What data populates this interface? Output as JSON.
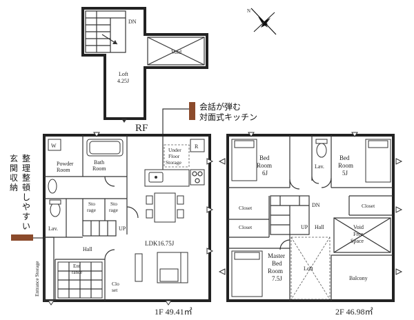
{
  "rooftop": {
    "label": "RF",
    "rooms": {
      "dn": "DN",
      "void": "Void",
      "loft": "Loft",
      "loft_size": "4.25J"
    }
  },
  "compass": {
    "label": "N"
  },
  "callouts": {
    "kitchen": [
      "会話が弾む",
      "対面式キッチン"
    ],
    "entrance": [
      "整理整頓しやすい",
      "玄関収納"
    ]
  },
  "floor1": {
    "area": "1F 49.41㎡",
    "rooms": {
      "w": "W",
      "r": "R",
      "powder": [
        "Powder",
        "Room"
      ],
      "bath": [
        "Bath",
        "Room"
      ],
      "under_floor": [
        "Under",
        "Floor",
        "Storage"
      ],
      "storage_a": [
        "Sto",
        "rage"
      ],
      "storage_b": [
        "Sto",
        "rage"
      ],
      "up": "UP",
      "lav": "Lav.",
      "hall": "Hall",
      "ldk": "LDK16.75J",
      "entrance_storage": "Entrance Storage",
      "entrance": [
        "Ent",
        "rance"
      ],
      "closet": [
        "Clo",
        "set"
      ]
    }
  },
  "floor2": {
    "area": "2F 46.98㎡",
    "rooms": {
      "bed_left": [
        "Bed",
        "Room",
        "6J"
      ],
      "bed_right": [
        "Bed",
        "Room",
        "5J"
      ],
      "lav": "Lav.",
      "closet_a": "Closet",
      "closet_b": "Closet",
      "closet_c": "Closet",
      "dn": "DN",
      "up": "UP",
      "hall": "Hall",
      "void": [
        "Void",
        "Free",
        "Space"
      ],
      "master": [
        "Master",
        "Bed",
        "Room",
        "7.5J"
      ],
      "loft": "Loft",
      "balcony": "Balcony"
    }
  }
}
